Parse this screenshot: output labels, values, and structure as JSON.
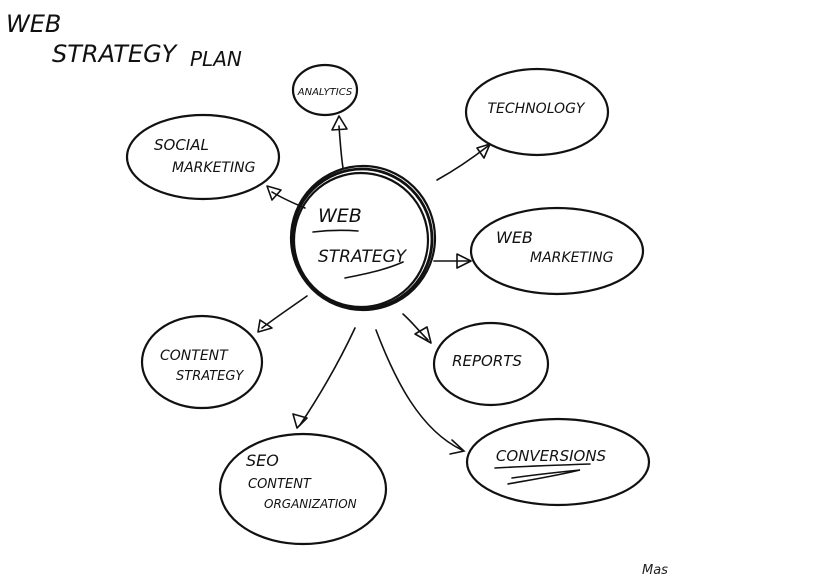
{
  "title": {
    "line1": "WEB",
    "line2": "STRATEGY",
    "line3": "PLAN"
  },
  "center": {
    "line1": "WEB",
    "line2": "STRATEGY"
  },
  "nodes": {
    "analytics": {
      "lines": [
        "ANALYTICS"
      ]
    },
    "technology": {
      "lines": [
        "TECHNOLOGY"
      ]
    },
    "social_marketing": {
      "lines": [
        "SOCIAL",
        "MARKETING"
      ]
    },
    "web_marketing": {
      "lines": [
        "WEB",
        "MARKETING"
      ]
    },
    "content_strategy": {
      "lines": [
        "CONTENT",
        "STRATEGY"
      ]
    },
    "reports": {
      "lines": [
        "REPORTS"
      ]
    },
    "seo": {
      "lines": [
        "SEO",
        "CONTENT",
        "ORGANIZATION"
      ]
    },
    "conversions": {
      "lines": [
        "CONVERSIONS"
      ]
    }
  },
  "signature": "Mas",
  "colors": {
    "ink": "#111111",
    "paper": "#ffffff"
  }
}
